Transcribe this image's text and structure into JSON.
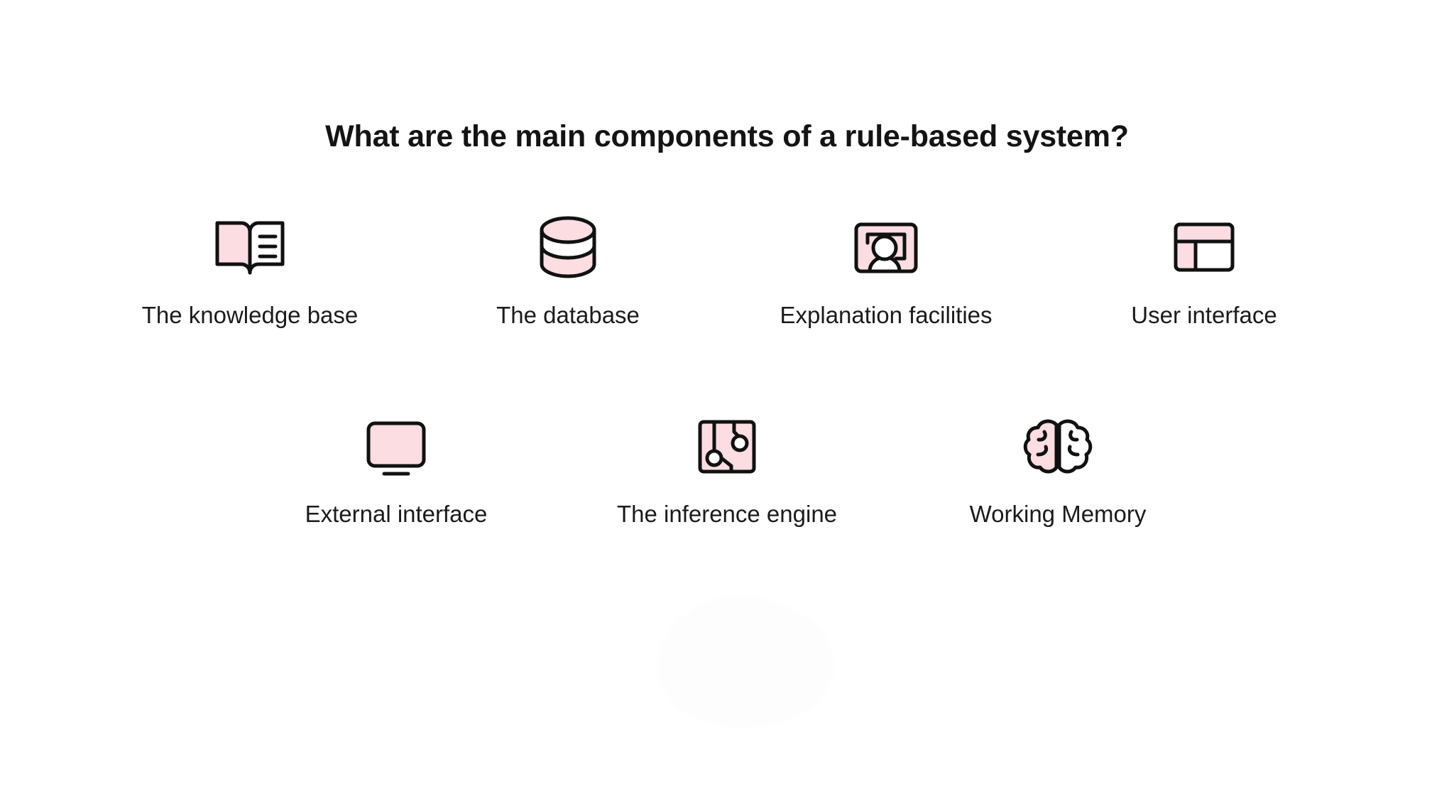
{
  "slide": {
    "title": "What are the main components of a rule-based system?",
    "background_color": "#ffffff",
    "accent_fill": "#fbdde2",
    "stroke_color": "#111111",
    "text_color": "#141414"
  },
  "rows": [
    {
      "id": "row-1",
      "items": [
        {
          "label": "The knowledge base",
          "icon": "open-book-icon"
        },
        {
          "label": "The database",
          "icon": "database-cylinder-icon"
        },
        {
          "label": "Explanation facilities",
          "icon": "person-in-frame-icon"
        },
        {
          "label": "User interface",
          "icon": "layout-panels-icon"
        }
      ]
    },
    {
      "id": "row-2",
      "items": [
        {
          "label": "External interface",
          "icon": "monitor-icon"
        },
        {
          "label": "The inference engine",
          "icon": "circuit-board-icon"
        },
        {
          "label": "Working Memory",
          "icon": "brain-icon"
        }
      ]
    }
  ]
}
